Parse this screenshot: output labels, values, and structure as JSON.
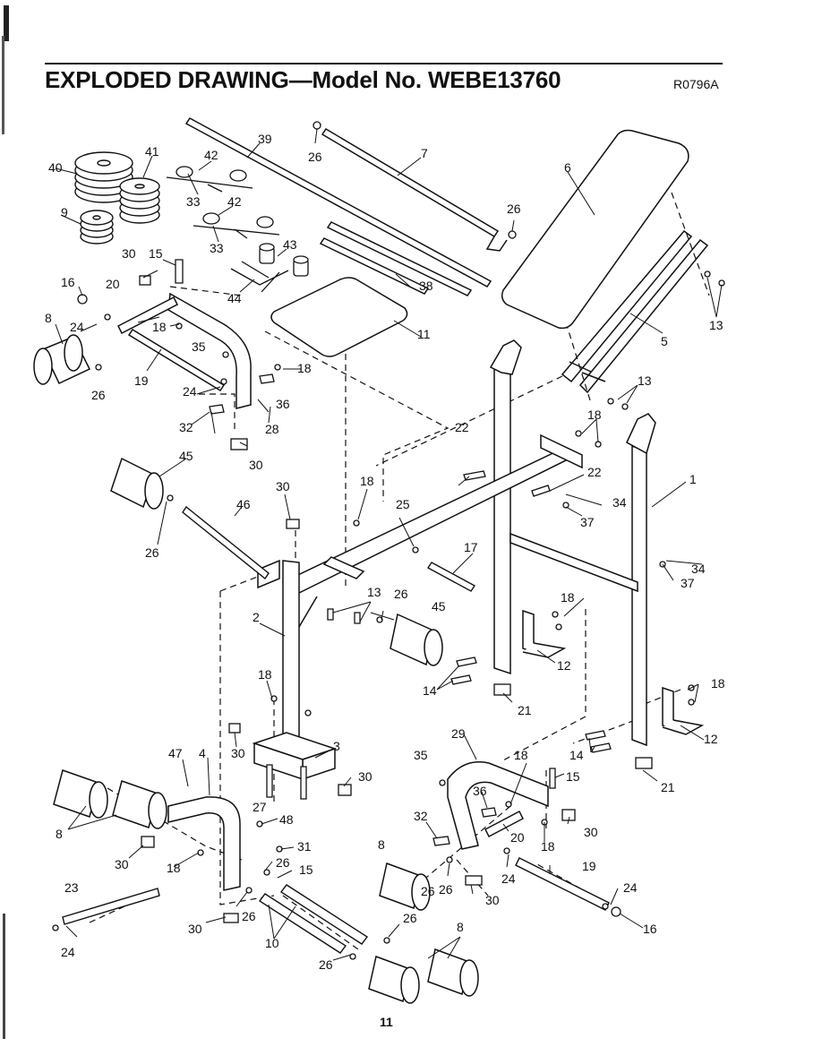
{
  "header": {
    "title": "EXPLODED DRAWING—Model No. WEBE13760",
    "code": "R0796A"
  },
  "page_number": "11",
  "callouts": [
    {
      "key": "c1",
      "text": "1"
    },
    {
      "key": "c2",
      "text": "2"
    },
    {
      "key": "c3",
      "text": "3"
    },
    {
      "key": "c4",
      "text": "4"
    },
    {
      "key": "c5",
      "text": "5"
    },
    {
      "key": "c6",
      "text": "6"
    },
    {
      "key": "c7",
      "text": "7"
    },
    {
      "key": "c8a",
      "text": "8"
    },
    {
      "key": "c8b",
      "text": "8"
    },
    {
      "key": "c8c",
      "text": "8"
    },
    {
      "key": "c8d",
      "text": "8"
    },
    {
      "key": "c9",
      "text": "9"
    },
    {
      "key": "c10",
      "text": "10"
    },
    {
      "key": "c11",
      "text": "11"
    },
    {
      "key": "c12a",
      "text": "12"
    },
    {
      "key": "c12b",
      "text": "12"
    },
    {
      "key": "c13a",
      "text": "13"
    },
    {
      "key": "c13b",
      "text": "13"
    },
    {
      "key": "c13c",
      "text": "13"
    },
    {
      "key": "c14a",
      "text": "14"
    },
    {
      "key": "c14b",
      "text": "14"
    },
    {
      "key": "c15a",
      "text": "15"
    },
    {
      "key": "c15b",
      "text": "15"
    },
    {
      "key": "c15c",
      "text": "15"
    },
    {
      "key": "c16a",
      "text": "16"
    },
    {
      "key": "c16b",
      "text": "16"
    },
    {
      "key": "c17",
      "text": "17"
    },
    {
      "key": "c18a",
      "text": "18"
    },
    {
      "key": "c18b",
      "text": "18"
    },
    {
      "key": "c18c",
      "text": "18"
    },
    {
      "key": "c18d",
      "text": "18"
    },
    {
      "key": "c18e",
      "text": "18"
    },
    {
      "key": "c18f",
      "text": "18"
    },
    {
      "key": "c18g",
      "text": "18"
    },
    {
      "key": "c18h",
      "text": "18"
    },
    {
      "key": "c18i",
      "text": "18"
    },
    {
      "key": "c18j",
      "text": "18"
    },
    {
      "key": "c19a",
      "text": "19"
    },
    {
      "key": "c19b",
      "text": "19"
    },
    {
      "key": "c20a",
      "text": "20"
    },
    {
      "key": "c20b",
      "text": "20"
    },
    {
      "key": "c21a",
      "text": "21"
    },
    {
      "key": "c21b",
      "text": "21"
    },
    {
      "key": "c22a",
      "text": "22"
    },
    {
      "key": "c22b",
      "text": "22"
    },
    {
      "key": "c23",
      "text": "23"
    },
    {
      "key": "c24a",
      "text": "24"
    },
    {
      "key": "c24b",
      "text": "24"
    },
    {
      "key": "c24c",
      "text": "24"
    },
    {
      "key": "c24d",
      "text": "24"
    },
    {
      "key": "c24e",
      "text": "24"
    },
    {
      "key": "c25",
      "text": "25"
    },
    {
      "key": "c26a",
      "text": "26"
    },
    {
      "key": "c26b",
      "text": "26"
    },
    {
      "key": "c26c",
      "text": "26"
    },
    {
      "key": "c26d",
      "text": "26"
    },
    {
      "key": "c26e",
      "text": "26"
    },
    {
      "key": "c26f",
      "text": "26"
    },
    {
      "key": "c26g",
      "text": "26"
    },
    {
      "key": "c26h",
      "text": "26"
    },
    {
      "key": "c26i",
      "text": "26"
    },
    {
      "key": "c26j",
      "text": "26"
    },
    {
      "key": "c26k",
      "text": "26"
    },
    {
      "key": "c27",
      "text": "27"
    },
    {
      "key": "c28",
      "text": "28"
    },
    {
      "key": "c29",
      "text": "29"
    },
    {
      "key": "c30a",
      "text": "30"
    },
    {
      "key": "c30b",
      "text": "30"
    },
    {
      "key": "c30c",
      "text": "30"
    },
    {
      "key": "c30d",
      "text": "30"
    },
    {
      "key": "c30e",
      "text": "30"
    },
    {
      "key": "c30f",
      "text": "30"
    },
    {
      "key": "c30g",
      "text": "30"
    },
    {
      "key": "c30h",
      "text": "30"
    },
    {
      "key": "c30i",
      "text": "30"
    },
    {
      "key": "c31",
      "text": "31"
    },
    {
      "key": "c32a",
      "text": "32"
    },
    {
      "key": "c32b",
      "text": "32"
    },
    {
      "key": "c33a",
      "text": "33"
    },
    {
      "key": "c33b",
      "text": "33"
    },
    {
      "key": "c34a",
      "text": "34"
    },
    {
      "key": "c34b",
      "text": "34"
    },
    {
      "key": "c35a",
      "text": "35"
    },
    {
      "key": "c35b",
      "text": "35"
    },
    {
      "key": "c36a",
      "text": "36"
    },
    {
      "key": "c36b",
      "text": "36"
    },
    {
      "key": "c37a",
      "text": "37"
    },
    {
      "key": "c37b",
      "text": "37"
    },
    {
      "key": "c38",
      "text": "38"
    },
    {
      "key": "c39",
      "text": "39"
    },
    {
      "key": "c40",
      "text": "40"
    },
    {
      "key": "c41",
      "text": "41"
    },
    {
      "key": "c42a",
      "text": "42"
    },
    {
      "key": "c42b",
      "text": "42"
    },
    {
      "key": "c43",
      "text": "43"
    },
    {
      "key": "c44",
      "text": "44"
    },
    {
      "key": "c45a",
      "text": "45"
    },
    {
      "key": "c45b",
      "text": "45"
    },
    {
      "key": "c46",
      "text": "46"
    },
    {
      "key": "c47",
      "text": "47"
    },
    {
      "key": "c48",
      "text": "48"
    }
  ]
}
